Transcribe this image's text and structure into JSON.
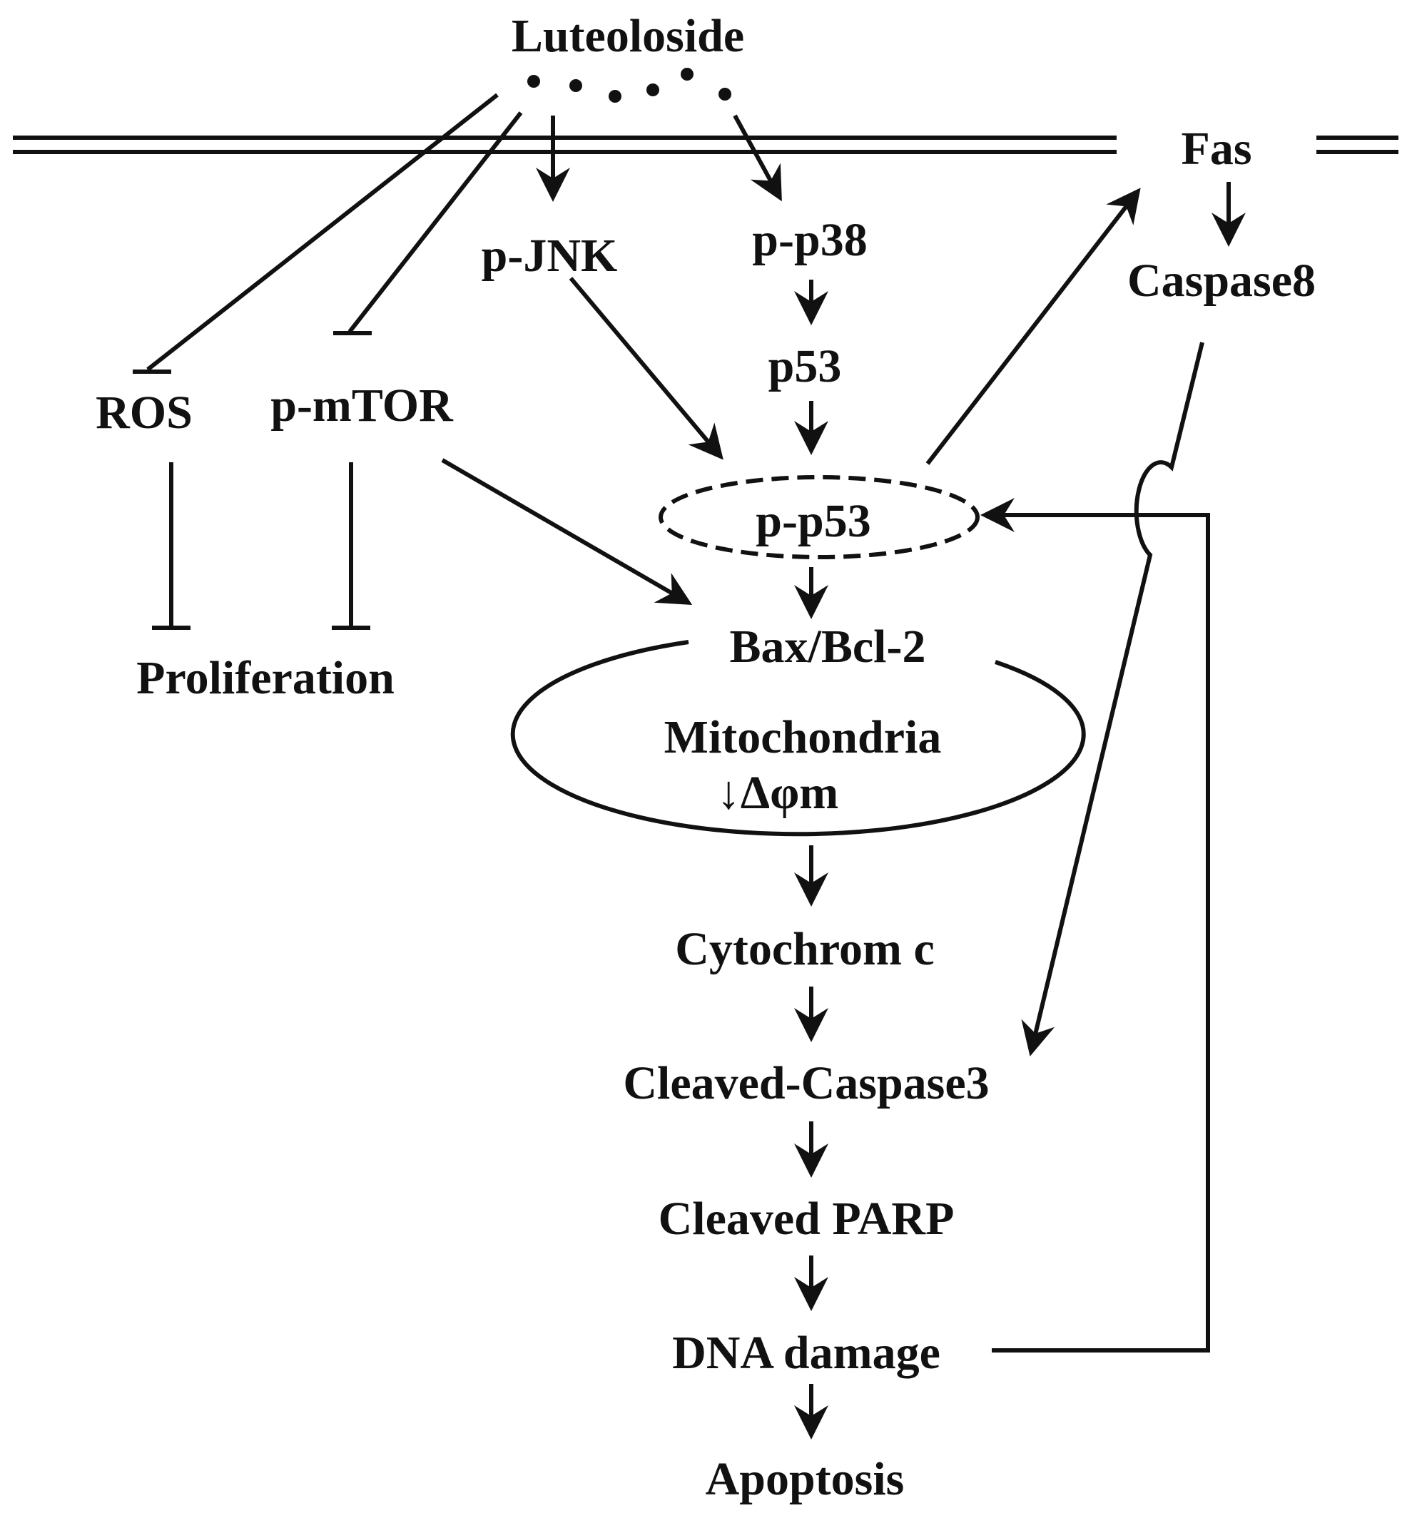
{
  "nodes": {
    "luteoloside": "Luteoloside",
    "fas": "Fas",
    "caspase8": "Caspase8",
    "p_jnk": "p-JNK",
    "p_p38": "p-p38",
    "p53": "p53",
    "p_p53": "p-p53",
    "ros": "ROS",
    "p_mtor": "p-mTOR",
    "proliferation": "Proliferation",
    "bax_bcl2": "Bax/Bcl-2",
    "mitochondria": "Mitochondria",
    "delta_phi_m": "↓Δφm",
    "cytochrom_c": "Cytochrom c",
    "cleaved_caspase3": "Cleaved-Caspase3",
    "cleaved_parp": "Cleaved PARP",
    "dna_damage": "DNA damage",
    "apoptosis": "Apoptosis"
  }
}
